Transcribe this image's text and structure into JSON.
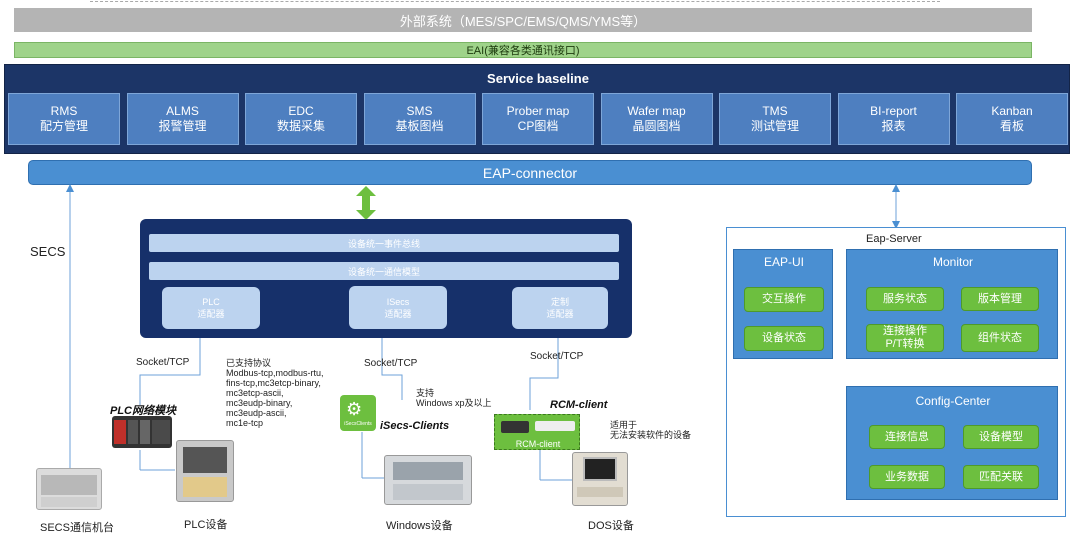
{
  "external_systems": "外部系统（MES/SPC/EMS/QMS/YMS等）",
  "eai": "EAI(兼容各类通讯接口)",
  "service_baseline": {
    "title": "Service baseline",
    "items": [
      {
        "en": "RMS",
        "cn": "配方管理"
      },
      {
        "en": "ALMS",
        "cn": "报警管理"
      },
      {
        "en": "EDC",
        "cn": "数据采集"
      },
      {
        "en": "SMS",
        "cn": "基板图档"
      },
      {
        "en": "Prober map",
        "cn": "CP图档"
      },
      {
        "en": "Wafer map",
        "cn": "晶圆图档"
      },
      {
        "en": "TMS",
        "cn": "测试管理"
      },
      {
        "en": "BI-report",
        "cn": "报表"
      },
      {
        "en": "Kanban",
        "cn": "看板"
      }
    ]
  },
  "eap_connector": "EAP-connector",
  "secs_label": "SECS",
  "adapter_panel": {
    "bus1": "设备统一事件总线",
    "bus2": "设备统一通信模型",
    "adapters": [
      {
        "l1": "PLC",
        "l2": "适配器"
      },
      {
        "l1": "ISecs",
        "l2": "适配器"
      },
      {
        "l1": "定制",
        "l2": "适配器"
      }
    ]
  },
  "socket_labels": [
    "Socket/TCP",
    "Socket/TCP",
    "Socket/TCP"
  ],
  "protocols": {
    "title": "已支持协议",
    "lines": [
      "Modbus-tcp,modbus-rtu,",
      "fins-tcp,mc3etcp-binary,",
      "mc3etcp-ascii,",
      "mc3eudp-binary,",
      "mc3eudp-ascii,",
      "mc1e-tcp"
    ]
  },
  "plc_module": "PLC网络模块",
  "isecs_clients": "iSecs-Clients",
  "isecs_icon_text": "iSecsClients",
  "windows_support": [
    "支持",
    "Windows xp及以上"
  ],
  "rcm_client_title": "RCM-client",
  "rcm_client_box": "RCM-client",
  "rcm_note": [
    "适用于",
    "无法安装软件的设备"
  ],
  "devices": {
    "secs": "SECS通信机台",
    "plc": "PLC设备",
    "windows": "Windows设备",
    "dos": "DOS设备"
  },
  "eap_server": {
    "title": "Eap-Server",
    "eap_ui": {
      "title": "EAP-UI",
      "buttons": [
        "交互操作",
        "设备状态"
      ]
    },
    "monitor": {
      "title": "Monitor",
      "buttons": [
        [
          "服务状态"
        ],
        [
          "版本管理"
        ],
        [
          "连接操作",
          "P/T转换"
        ],
        [
          "组件状态"
        ]
      ]
    },
    "config": {
      "title": "Config-Center",
      "buttons": [
        "连接信息",
        "设备模型",
        "业务数据",
        "匹配关联"
      ]
    }
  },
  "colors": {
    "navy": "#1c3567",
    "service_box": "#4e7fc0",
    "connector": "#4a8fd2",
    "green_button": "#6dbf3f",
    "eai_green": "#9fd38a",
    "external_grey": "#b4b4b4"
  }
}
